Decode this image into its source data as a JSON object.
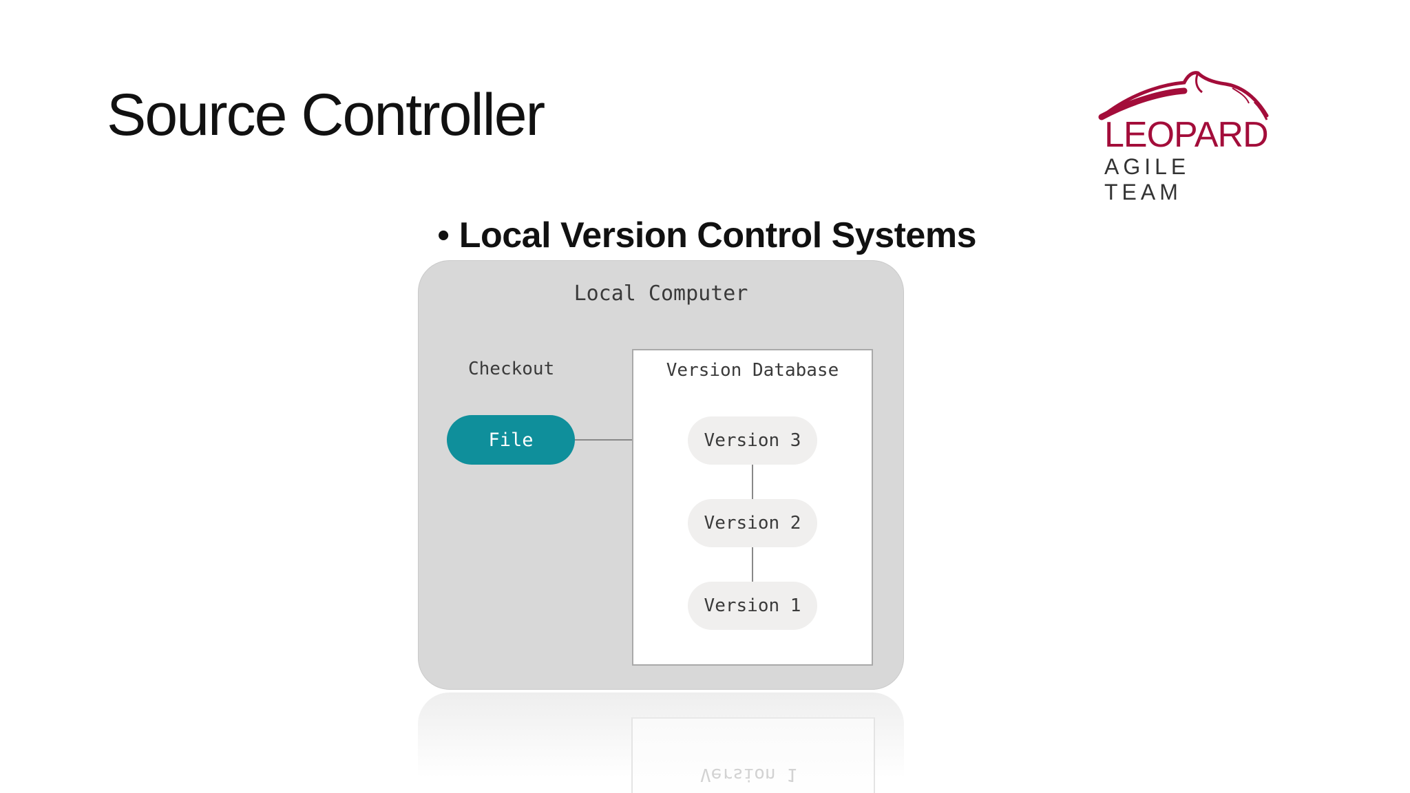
{
  "slide": {
    "title": "Source Controller",
    "bullet": "Local Version Control Systems"
  },
  "logo": {
    "name": "LEOPARD",
    "tagline": "AGILE TEAM",
    "color": "#a30d3a"
  },
  "diagram": {
    "container_label": "Local Computer",
    "checkout_label": "Checkout",
    "file_label": "File",
    "database_label": "Version Database",
    "versions": [
      "Version 3",
      "Version 2",
      "Version 1"
    ],
    "file_color": "#0f8f9b",
    "reflection_text": "Version 1"
  }
}
